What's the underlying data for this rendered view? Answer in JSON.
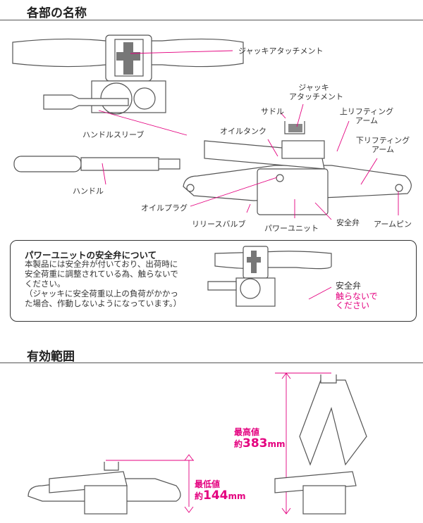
{
  "section1": {
    "title": "各部の名称"
  },
  "parts": {
    "jack_attachment_top": "ジャッキアタッチメント",
    "jack_attachment": [
      "ジャッキ",
      "アタッチメント"
    ],
    "saddle": "サドル",
    "upper_arm": [
      "上リフティング",
      "アーム"
    ],
    "lower_arm": [
      "下リフティング",
      "アーム"
    ],
    "oil_tank": "オイルタンク",
    "handle_sleeve": "ハンドルスリーブ",
    "handle": "ハンドル",
    "oil_plug": "オイルプラグ",
    "release_valve": "リリースバルブ",
    "power_unit": "パワーユニット",
    "safety_valve": "安全弁",
    "arm_pin": "アームピン"
  },
  "notice": {
    "title": "パワーユニットの安全弁について",
    "body": "本製品には安全弁が付いており、出荷時に\n安全荷重に調整されている為、触らないで\nください。\n（ジャッキに安全荷重以上の負荷がかかっ\nた場合、作動しないようになっています。）",
    "valve_label": "安全弁",
    "warning": [
      "触らないで",
      "ください"
    ]
  },
  "section2": {
    "title": "有効範囲"
  },
  "range": {
    "min_label": "最低値",
    "min_prefix": "約",
    "min_value": "144",
    "min_unit": "mm",
    "max_label": "最高値",
    "max_prefix": "約",
    "max_value": "383",
    "max_unit": "mm"
  },
  "colors": {
    "accent": "#e4007f",
    "line": "#555555"
  }
}
